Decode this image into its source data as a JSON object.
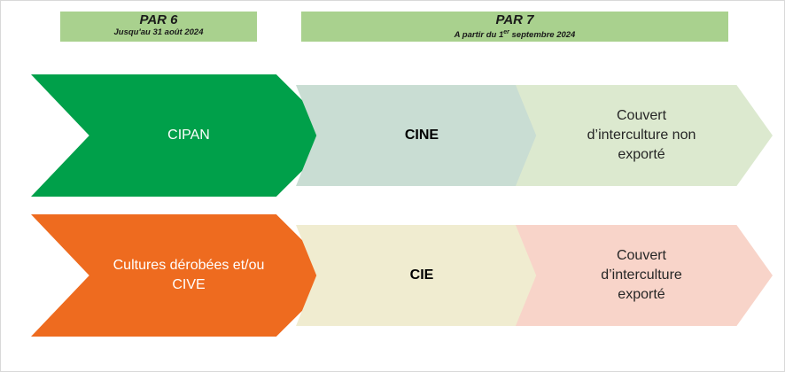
{
  "headers": {
    "par6": {
      "title": "PAR 6",
      "subtitle": "Jusqu'au 31 août 2024"
    },
    "par7": {
      "title": "PAR 7",
      "subtitle_prefix": "A partir du 1",
      "subtitle_sup": "er",
      "subtitle_suffix": " septembre 2024"
    }
  },
  "rows": [
    {
      "stages": [
        {
          "label": "CIPAN",
          "color": "#00a04a",
          "text_color": "#ffffff",
          "bold": false
        },
        {
          "label": "CINE",
          "color": "#c9ddd3",
          "text_color": "#000000",
          "bold": true
        },
        {
          "label": "Couvert\nd’interculture non\nexporté",
          "color": "#dce9cf",
          "text_color": "#262626",
          "bold": false
        }
      ]
    },
    {
      "stages": [
        {
          "label": "Cultures dérobées et/ou\nCIVE",
          "color": "#ee6b1f",
          "text_color": "#ffffff",
          "bold": false
        },
        {
          "label": "CIE",
          "color": "#f0ecd0",
          "text_color": "#000000",
          "bold": true
        },
        {
          "label": "Couvert\nd’interculture\nexporté",
          "color": "#f8d4c9",
          "text_color": "#262626",
          "bold": false
        }
      ]
    }
  ]
}
